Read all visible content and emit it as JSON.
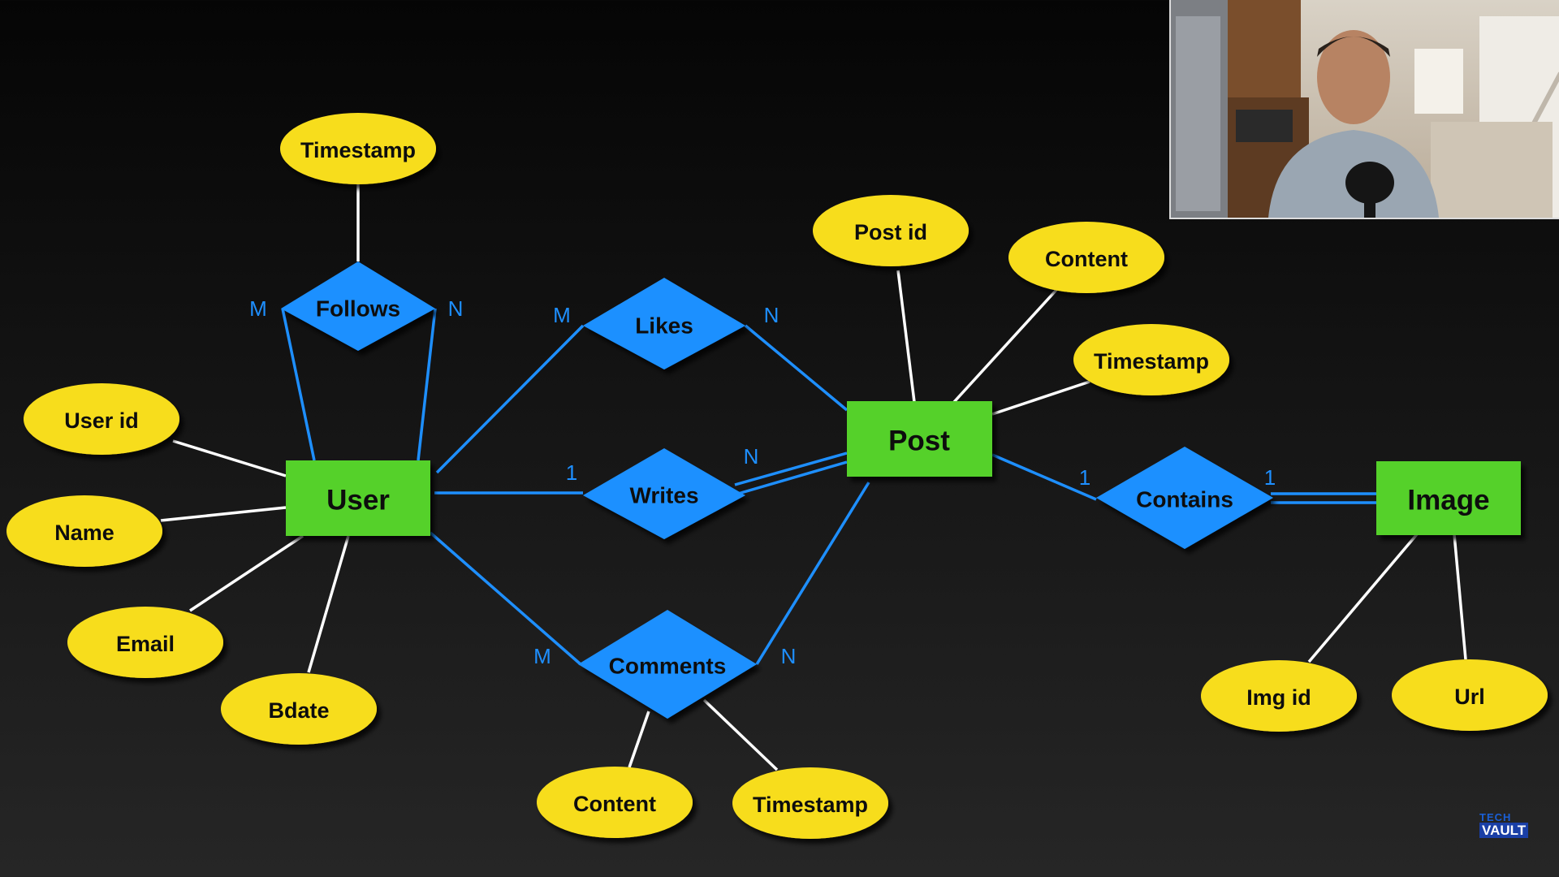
{
  "colors": {
    "entity": "#55d12c",
    "relationship": "#1e90ff",
    "attribute": "#f7dd1f",
    "line_relationship": "#1e8fff",
    "line_attribute": "#ffffff",
    "background": "#111111"
  },
  "entities": [
    {
      "id": "user",
      "label": "User"
    },
    {
      "id": "post",
      "label": "Post"
    },
    {
      "id": "image",
      "label": "Image"
    }
  ],
  "relationships": [
    {
      "id": "follows",
      "label": "Follows"
    },
    {
      "id": "likes",
      "label": "Likes"
    },
    {
      "id": "writes",
      "label": "Writes"
    },
    {
      "id": "comments",
      "label": "Comments"
    },
    {
      "id": "contains",
      "label": "Contains"
    }
  ],
  "attributes": [
    {
      "id": "follows-timestamp",
      "label": "Timestamp"
    },
    {
      "id": "user-id",
      "label": "User id"
    },
    {
      "id": "user-name",
      "label": "Name"
    },
    {
      "id": "user-email",
      "label": "Email"
    },
    {
      "id": "user-bdate",
      "label": "Bdate"
    },
    {
      "id": "post-id",
      "label": "Post id"
    },
    {
      "id": "post-content",
      "label": "Content"
    },
    {
      "id": "post-timestamp",
      "label": "Timestamp"
    },
    {
      "id": "comment-content",
      "label": "Content"
    },
    {
      "id": "comment-timestamp",
      "label": "Timestamp"
    },
    {
      "id": "image-id",
      "label": "Img id"
    },
    {
      "id": "image-url",
      "label": "Url"
    }
  ],
  "cardinalities": [
    {
      "id": "follows-left",
      "label": "M"
    },
    {
      "id": "follows-right",
      "label": "N"
    },
    {
      "id": "likes-left",
      "label": "M"
    },
    {
      "id": "likes-right",
      "label": "N"
    },
    {
      "id": "writes-left",
      "label": "1"
    },
    {
      "id": "writes-right",
      "label": "N"
    },
    {
      "id": "comments-left",
      "label": "M"
    },
    {
      "id": "comments-right",
      "label": "N"
    },
    {
      "id": "contains-left",
      "label": "1"
    },
    {
      "id": "contains-right",
      "label": "1"
    }
  ],
  "watermark": {
    "top": "TECH",
    "bottom": "VAULT"
  }
}
